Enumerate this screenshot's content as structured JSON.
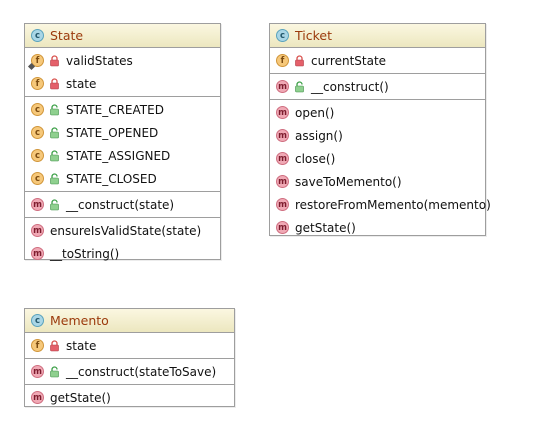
{
  "classes": {
    "state": {
      "name": "State",
      "fields": [
        "validStates",
        "state"
      ],
      "constants": [
        "STATE_CREATED",
        "STATE_OPENED",
        "STATE_ASSIGNED",
        "STATE_CLOSED"
      ],
      "constructor": "__construct(state)",
      "methods": [
        "ensureIsValidState(state)",
        "__toString()"
      ]
    },
    "ticket": {
      "name": "Ticket",
      "fields": [
        "currentState"
      ],
      "constructor": "__construct()",
      "methods": [
        "open()",
        "assign()",
        "close()",
        "saveToMemento()",
        "restoreFromMemento(memento)",
        "getState()"
      ]
    },
    "memento": {
      "name": "Memento",
      "fields": [
        "state"
      ],
      "constructor": "__construct(stateToSave)",
      "methods": [
        "getState()"
      ]
    }
  },
  "badges": {
    "class": "c",
    "field": "f",
    "method": "m"
  },
  "colors": {
    "class_name": "#9b3a0c",
    "header_top": "#fbf7e1",
    "header_bottom": "#ece7bf",
    "border": "#9e9e9e",
    "private_lock": "#e05050",
    "public_unlock": "#3fa14a"
  },
  "icons": {
    "private": "lock-icon",
    "public": "unlock-icon",
    "static": "static-marker-icon"
  }
}
